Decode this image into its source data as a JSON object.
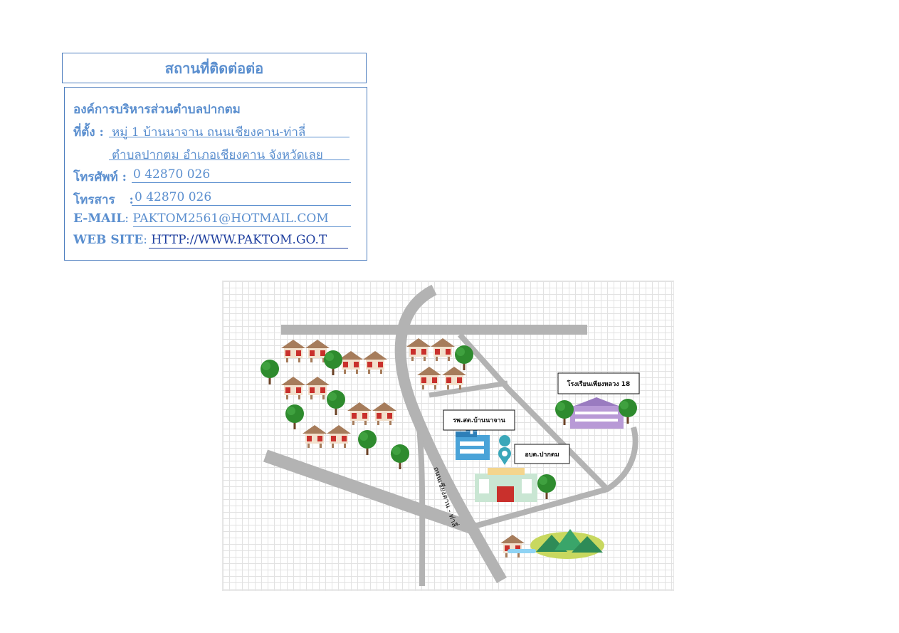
{
  "contact": {
    "heading": "สถานที่ติดต่อต่อ",
    "org_name": "องค์การบริหารส่วนตำบลปากตม",
    "address_label": "ที่ตั้ง",
    "address_line1": "หมู่ 1 บ้านนาจาน ถนนเชียงคาน-ท่าลี่",
    "address_line2": "ตำบลปากตม อำเภอเชียงคาน  จังหวัดเลย",
    "phone_label": "โทรศัพท์",
    "phone": "0 42870 026",
    "fax_label": "โทรสาร",
    "fax": "0 42870 026",
    "email_label": "E-MAIL",
    "email": "PAKTOM2561@HOTMAIL.COM",
    "web_label": "WEB SITE",
    "web": "HTTP://WWW.PAKTOM.GO.T"
  },
  "map": {
    "school_label": "โรงเรียนเพียงหลวง 18",
    "health_label": "รพ.สต.บ้านนาจาน",
    "office_label": "อบต.ปากตม",
    "road_label": "ถนนเชียงคาน - ท่าลี่",
    "colors": {
      "road": "#b3b3b3",
      "pin": "#3aa7b9",
      "tree": "#2e8b2e",
      "roof": "#a67c5b",
      "school": "#b89ad6"
    }
  }
}
